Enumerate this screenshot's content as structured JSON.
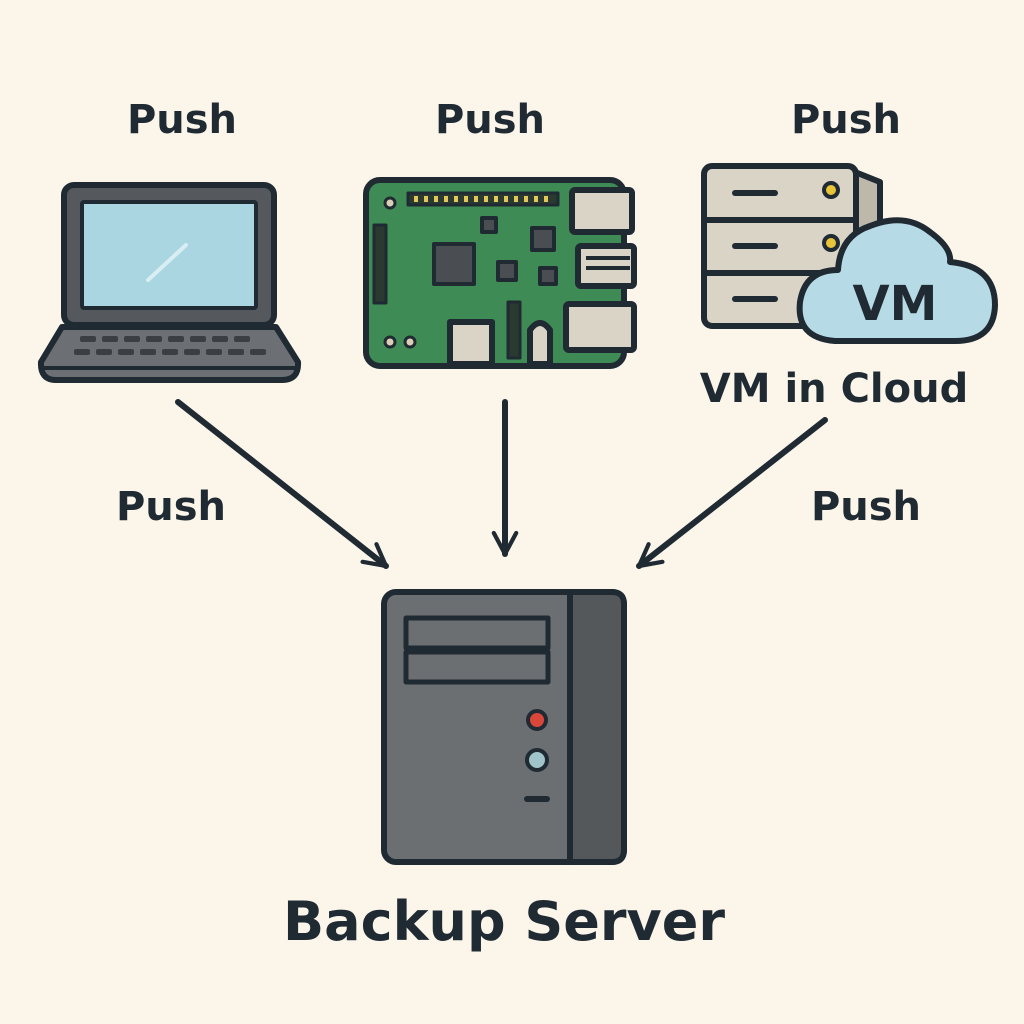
{
  "diagram": {
    "top_labels": {
      "laptop": "Push",
      "board": "Push",
      "cloud": "Push"
    },
    "arrow_labels": {
      "left": "Push",
      "right": "Push"
    },
    "cloud_vm": {
      "badge": "VM",
      "caption": "VM in Cloud"
    },
    "server": {
      "caption": "Backup Server"
    }
  },
  "colors": {
    "background": "#fbf5ea",
    "outline": "#1f2a33",
    "laptop_screen": "#a9d6e0",
    "laptop_body": "#5a5e62",
    "board_green": "#3f8b55",
    "server_rack": "#d9d4c6",
    "cloud_fill": "#b6dbe6",
    "led_yellow": "#e8c43a",
    "tower_body": "#6c6f72",
    "tower_side": "#55585b",
    "led_red": "#d9463a",
    "led_teal": "#9fc4c9"
  },
  "icons": {
    "laptop": "laptop-icon",
    "board": "single-board-computer-icon",
    "cloud_server": "cloud-server-icon",
    "tower": "server-tower-icon"
  }
}
